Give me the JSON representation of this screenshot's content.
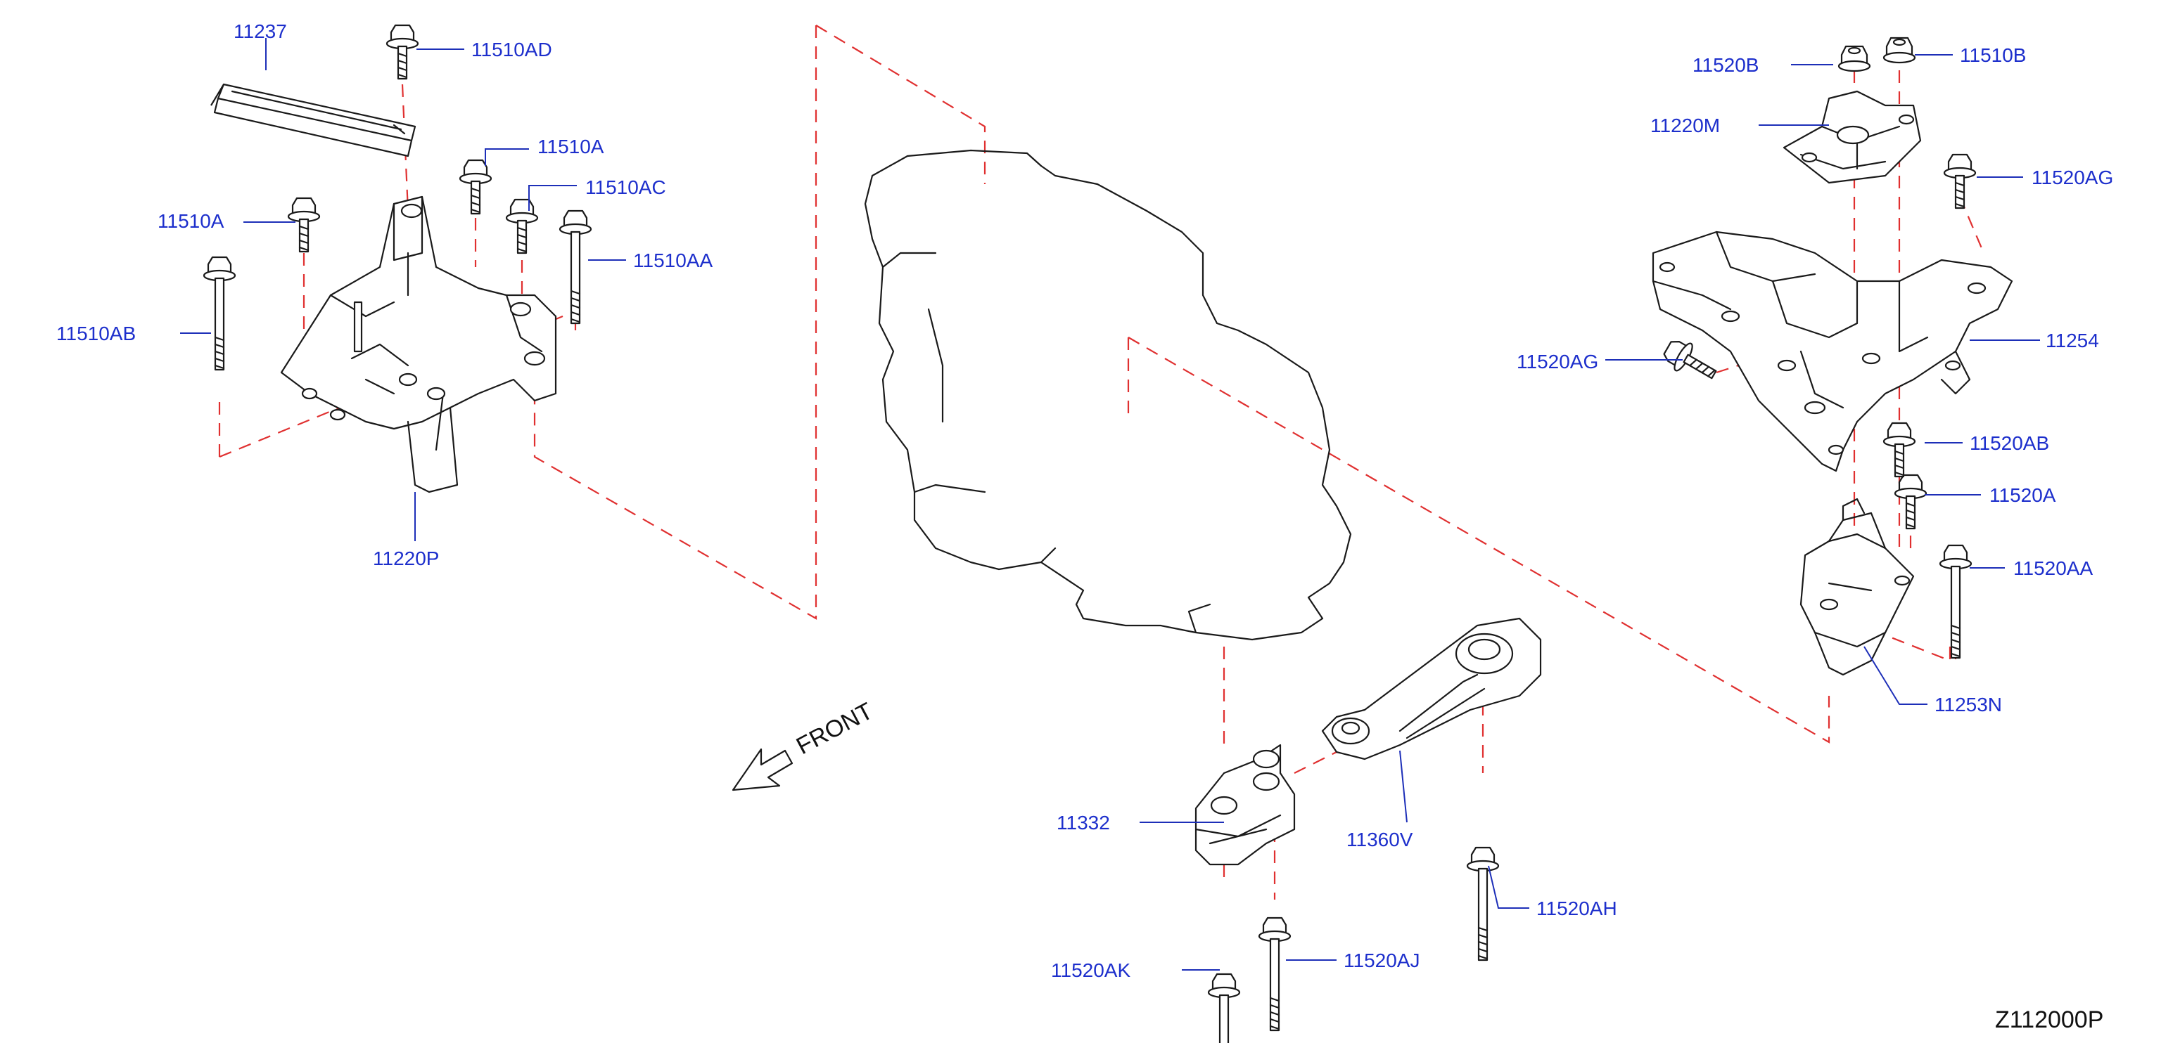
{
  "diagram_id": "Z112000P",
  "front_label": "FRONT",
  "colors": {
    "callout": "#1d2fcc",
    "leader": "#1d2fb8",
    "dashed_guides": "#e03030",
    "linework": "#1a1a1a"
  },
  "callouts": {
    "p11237": "11237",
    "p11510AD": "11510AD",
    "p11510A_top": "11510A",
    "p11510AC": "11510AC",
    "p11510A_left": "11510A",
    "p11510AA": "11510AA",
    "p11510AB": "11510AB",
    "p11220P": "11220P",
    "p11520B": "11520B",
    "p11510B": "11510B",
    "p11220M": "11220M",
    "p11520AG_right": "11520AG",
    "p11254": "11254",
    "p11520AG_left": "11520AG",
    "p11520AB": "11520AB",
    "p11520A": "11520A",
    "p11520AA": "11520AA",
    "p11253N": "11253N",
    "p11332": "11332",
    "p11360V": "11360V",
    "p11520AH": "11520AH",
    "p11520AK": "11520AK",
    "p11520AJ": "11520AJ"
  }
}
